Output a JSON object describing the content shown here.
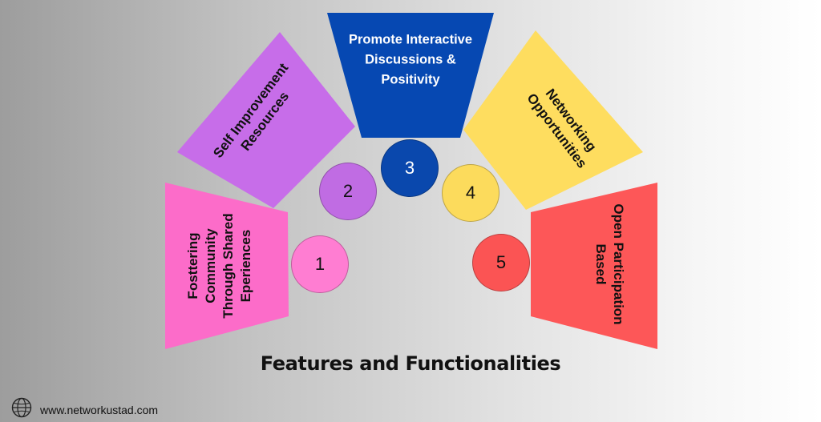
{
  "title": "Features and Functionalities",
  "features": [
    {
      "number": "1",
      "label": "Fosttering\nCommunity\nThrough Shared\nEperiences",
      "color": "#fc6cc9",
      "circle_color": "#ff7dd2"
    },
    {
      "number": "2",
      "label": "Self Improvement\nResources",
      "color": "#c76de9",
      "circle_color": "#c06ce3"
    },
    {
      "number": "3",
      "label": "Promote Interactive\nDiscussions &\nPositivity",
      "color": "#0648b2",
      "circle_color": "#0a48ad"
    },
    {
      "number": "4",
      "label": "Networking\nOpportunities",
      "color": "#fedd5f",
      "circle_color": "#fcdb5c"
    },
    {
      "number": "5",
      "label": "Open Participation\nBased",
      "color": "#fd5758",
      "circle_color": "#fb5454"
    }
  ],
  "footer": {
    "url": "www.networkustad.com",
    "icon": "globe-icon"
  }
}
